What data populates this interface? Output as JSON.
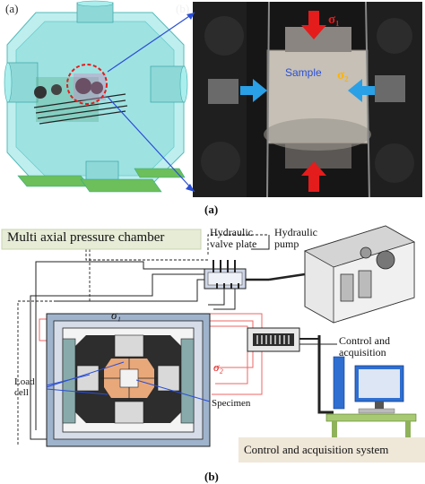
{
  "panel_a": {
    "label_a": "(a)",
    "label_b": "(b)",
    "photo_labels": {
      "sigma1": "σ₁",
      "sigma2": "σ₂",
      "sample": "Sample"
    },
    "caption": "(a)"
  },
  "panel_b": {
    "chamber_title": "Multi axial pressure chamber",
    "hydraulic_valve_plate": [
      "Hydraulic",
      "valve plate"
    ],
    "hydraulic_pump": [
      "Hydraulic",
      "pump"
    ],
    "sigma1": "σ₁",
    "sigma2": "σ₂",
    "load_cell": [
      "Load",
      "cell"
    ],
    "specimen": "Specimen",
    "control_acq": [
      "Control and",
      "acquisition"
    ],
    "system_label": "Control and acquisition system",
    "caption": "(b)"
  },
  "colors": {
    "chamber_cyan": "#6fd0d0",
    "arrow_blue": "#2a4fd6",
    "stress_red": "#e41c1c",
    "highlight_green": "#e6ecd6",
    "system_beige": "#efe7d8",
    "monitor_green": "#b7d28a"
  },
  "icons": [
    "red-dashed-circle-icon",
    "blue-arrow-icon",
    "red-arrow-icon",
    "computer-icon",
    "pump-icon"
  ]
}
